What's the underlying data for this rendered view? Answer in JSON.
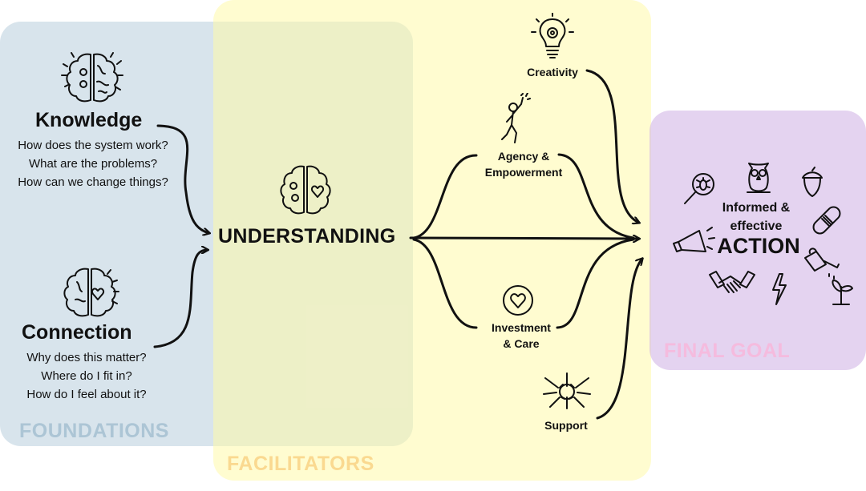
{
  "zones": {
    "foundations": "FOUNDATIONS",
    "facilitators": "FACILITATORS",
    "final_goal": "FINAL GOAL"
  },
  "knowledge": {
    "title": "Knowledge",
    "questions": [
      "How does the system work?",
      "What are the problems?",
      "How can we change things?"
    ]
  },
  "connection": {
    "title": "Connection",
    "questions": [
      "Why does this matter?",
      "Where do I fit in?",
      "How do I feel about it?"
    ]
  },
  "understanding": {
    "title": "UNDERSTANDING"
  },
  "facilitators": {
    "creativity": "Creativity",
    "agency": [
      "Agency &",
      "Empowerment"
    ],
    "investment": [
      "Investment",
      "& Care"
    ],
    "support": "Support"
  },
  "action": {
    "line1": "Informed &",
    "line2": "effective",
    "main": "ACTION"
  },
  "colors": {
    "foundations_zone": "#A9C4D4",
    "facilitators_zone": "#FFFAAA",
    "final_goal_zone": "#CDAFE4",
    "ink": "#111111"
  },
  "icons": [
    "brain-gear-icon",
    "brain-heart-icon",
    "brain-gear-heart-icon",
    "lightbulb-gear-icon",
    "cheering-person-icon",
    "heart-circle-icon",
    "stacked-hands-icon",
    "magnifier-bug-icon",
    "owl-icon",
    "acorn-icon",
    "bandage-icon",
    "megaphone-icon",
    "handshake-icon",
    "lightning-icon",
    "watering-can-icon",
    "sprout-icon"
  ]
}
